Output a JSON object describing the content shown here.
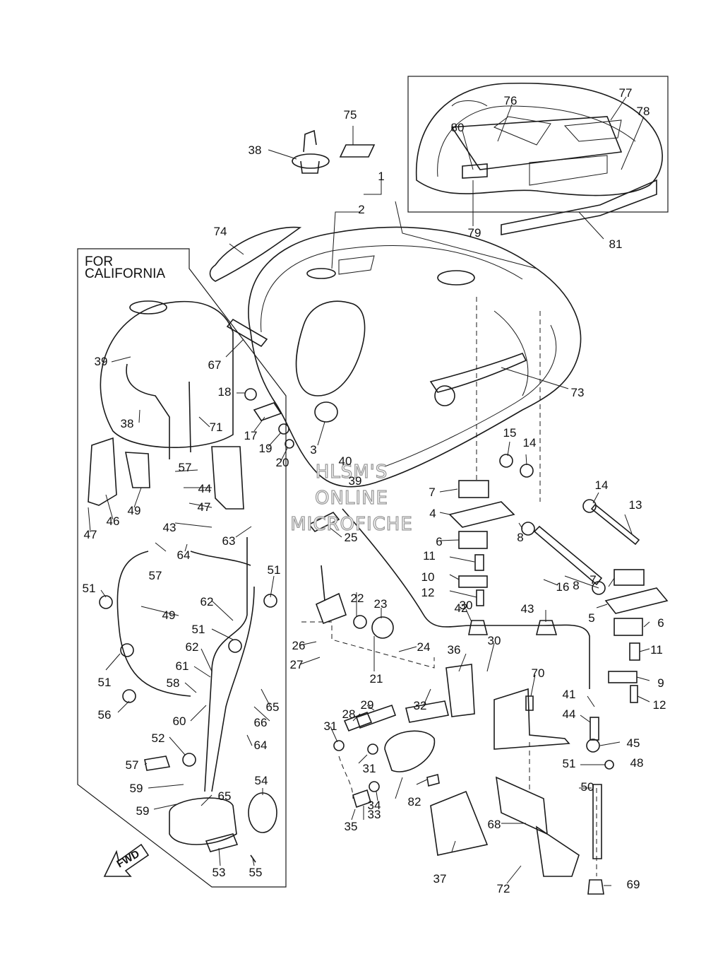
{
  "header": {
    "california_line1": "FOR",
    "california_line2": "CALIFORNIA"
  },
  "watermark": {
    "line1": "HLSM'S",
    "line2": "ONLINE",
    "line3": "MICROFICHE"
  },
  "direction_label": "FWD",
  "callouts": [
    "1",
    "2",
    "3",
    "4",
    "5",
    "6",
    "6",
    "7",
    "7",
    "8",
    "8",
    "9",
    "10",
    "11",
    "11",
    "12",
    "12",
    "13",
    "14",
    "14",
    "15",
    "16",
    "17",
    "18",
    "19",
    "20",
    "21",
    "22",
    "23",
    "24",
    "25",
    "26",
    "27",
    "28",
    "29",
    "30",
    "30",
    "31",
    "31",
    "32",
    "33",
    "34",
    "35",
    "36",
    "37",
    "38",
    "38",
    "39",
    "39",
    "40",
    "41",
    "42",
    "43",
    "43",
    "44",
    "44",
    "45",
    "46",
    "47",
    "47",
    "48",
    "49",
    "49",
    "50",
    "51",
    "51",
    "51",
    "51",
    "51",
    "52",
    "53",
    "54",
    "55",
    "56",
    "57",
    "57",
    "57",
    "58",
    "59",
    "59",
    "60",
    "61",
    "62",
    "62",
    "63",
    "64",
    "64",
    "65",
    "65",
    "66",
    "67",
    "68",
    "69",
    "70",
    "71",
    "72",
    "73",
    "74",
    "75",
    "76",
    "77",
    "78",
    "79",
    "80",
    "81",
    "82"
  ]
}
